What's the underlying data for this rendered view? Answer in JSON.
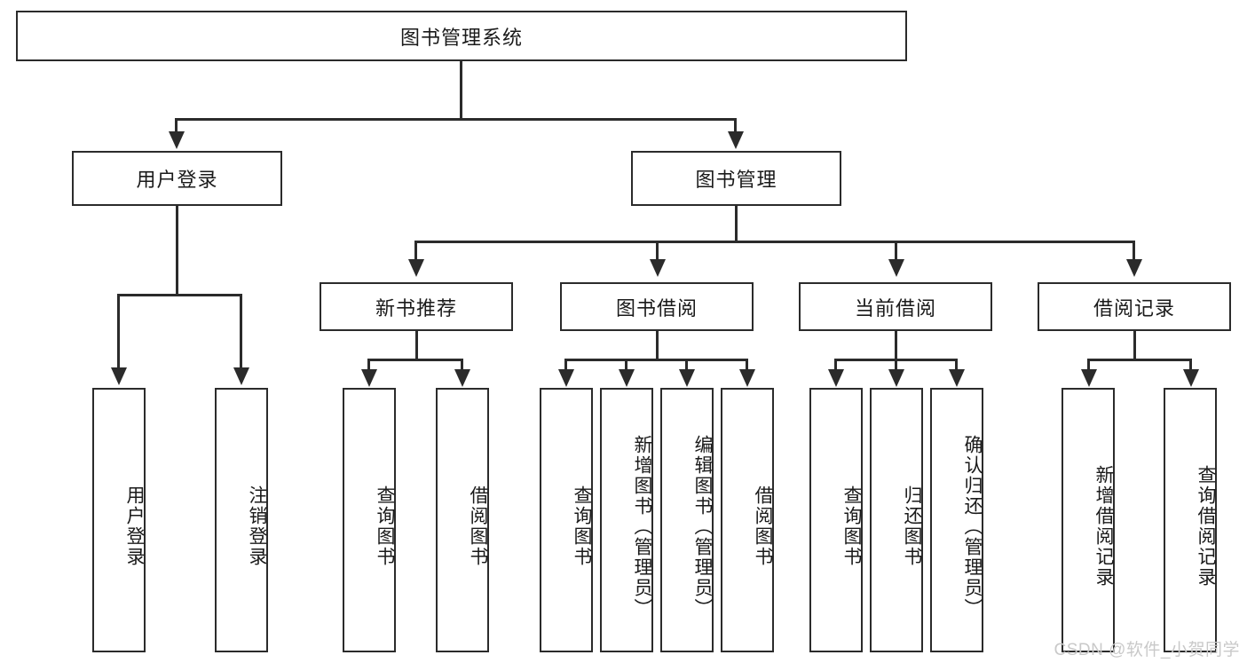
{
  "diagram": {
    "type": "tree-hierarchy",
    "root": {
      "label": "图书管理系统"
    },
    "level1": [
      {
        "label": "用户登录"
      },
      {
        "label": "图书管理"
      }
    ],
    "level2": [
      {
        "label": "新书推荐"
      },
      {
        "label": "图书借阅"
      },
      {
        "label": "当前借阅"
      },
      {
        "label": "借阅记录"
      }
    ],
    "leaves": {
      "user_login": [
        {
          "label": "用户登录"
        },
        {
          "label": "注销登录"
        }
      ],
      "new_book_recommend": [
        {
          "label": "查询图书"
        },
        {
          "label": "借阅图书"
        }
      ],
      "book_borrow": [
        {
          "label": "查询图书"
        },
        {
          "label": "新增图书（管理员）"
        },
        {
          "label": "编辑图书（管理员）"
        },
        {
          "label": "借阅图书"
        }
      ],
      "current_borrow": [
        {
          "label": "查询图书"
        },
        {
          "label": "归还图书"
        },
        {
          "label": "确认归还（管理员）"
        }
      ],
      "borrow_record": [
        {
          "label": "新增借阅记录"
        },
        {
          "label": "查询借阅记录"
        }
      ]
    }
  },
  "watermark": {
    "text": "CSDN @软件_小贺同学"
  },
  "colors": {
    "stroke": "#2b2b2b",
    "background": "#ffffff",
    "text": "#1a1a1a",
    "watermark": "#c9c9c9"
  }
}
